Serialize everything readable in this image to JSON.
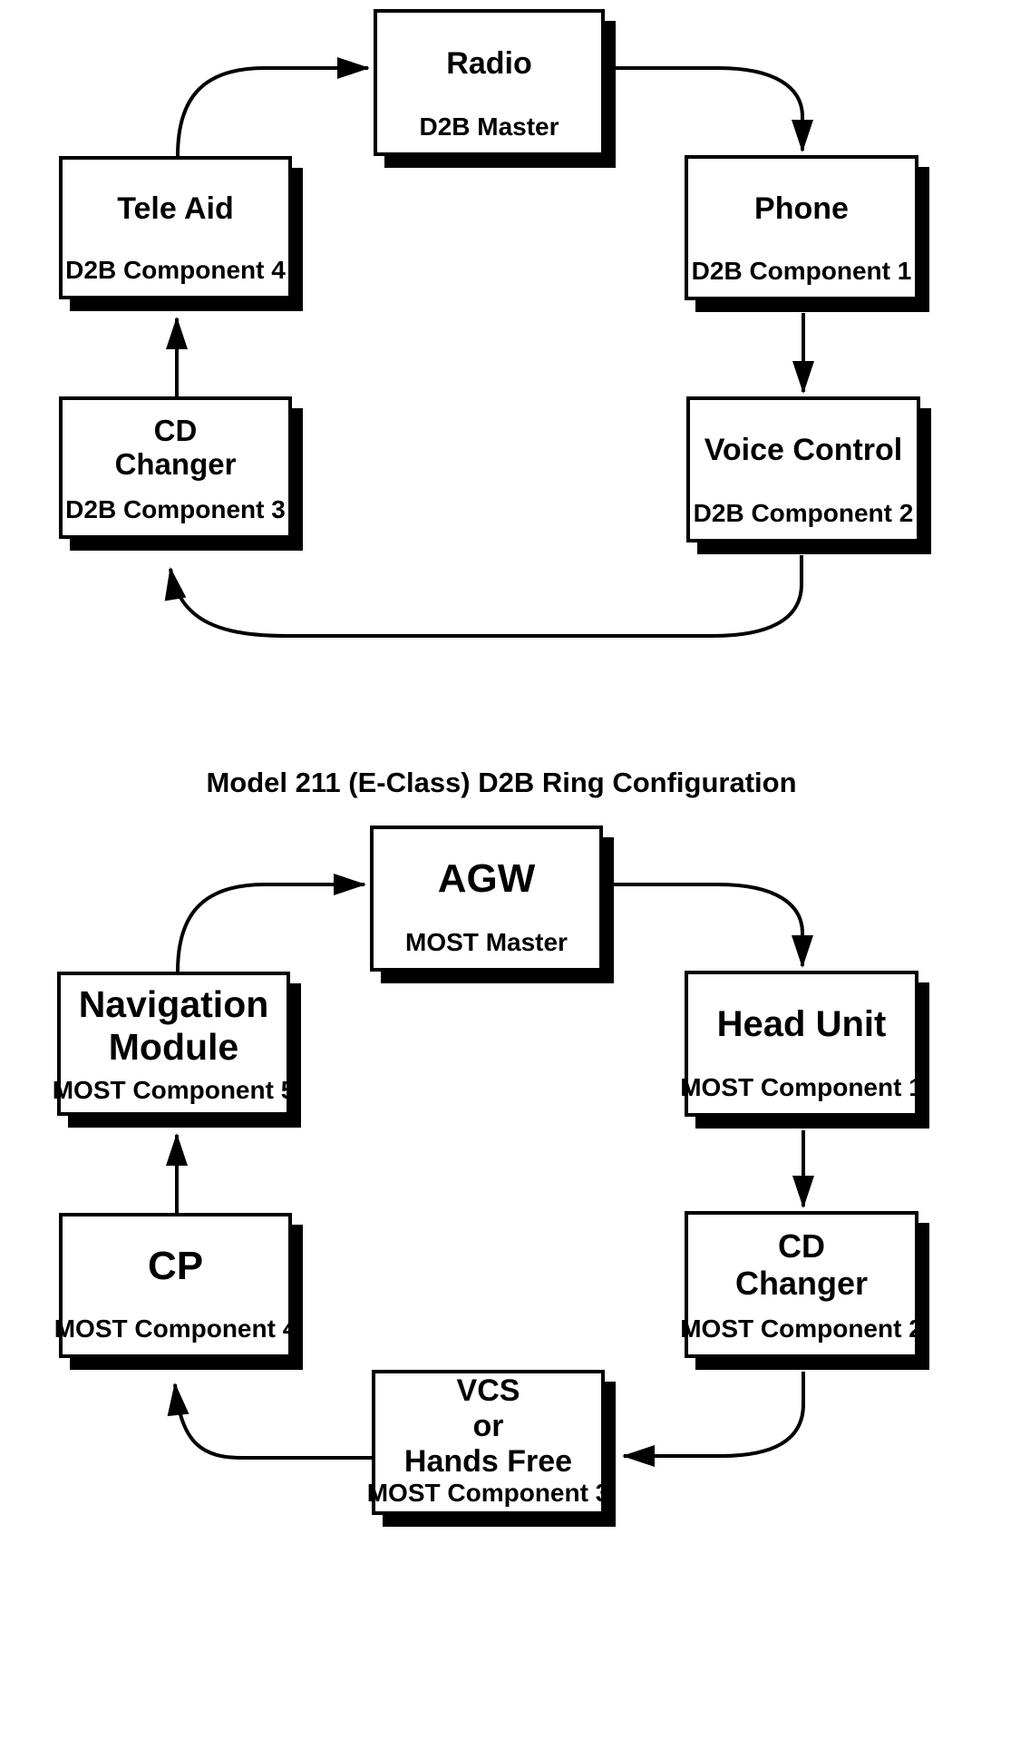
{
  "colors": {
    "ink": "#000000",
    "paper": "#ffffff"
  },
  "caption": "Model 211 (E-Class) D2B Ring Configuration",
  "d2b_ring": {
    "master": {
      "title": "Radio",
      "subtitle": "D2B Master"
    },
    "component1": {
      "title": "Phone",
      "subtitle": "D2B Component 1"
    },
    "component2": {
      "title": "Voice Control",
      "subtitle": "D2B Component 2"
    },
    "component3": {
      "title": "CD\nChanger",
      "subtitle": "D2B Component 3"
    },
    "component4": {
      "title": "Tele Aid",
      "subtitle": "D2B Component 4"
    }
  },
  "most_ring": {
    "master": {
      "title": "AGW",
      "subtitle": "MOST Master"
    },
    "component1": {
      "title": "Head Unit",
      "subtitle": "MOST Component 1"
    },
    "component2": {
      "title": "CD\nChanger",
      "subtitle": "MOST Component 2"
    },
    "component3": {
      "title": "VCS\nor\nHands Free",
      "subtitle": "MOST Component 3"
    },
    "component4": {
      "title": "CP",
      "subtitle": "MOST Component 4"
    },
    "component5": {
      "title": "Navigation\nModule",
      "subtitle": "MOST Component 5"
    }
  }
}
